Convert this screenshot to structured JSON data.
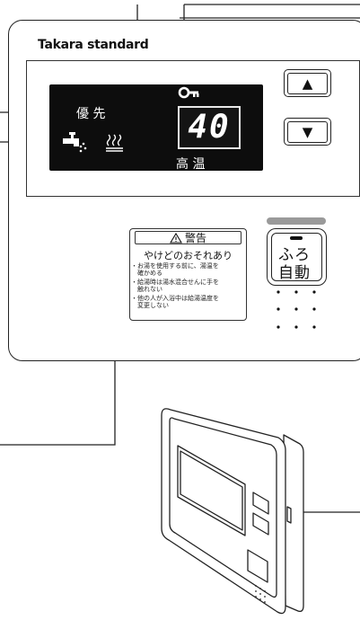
{
  "brand": "Takara standard",
  "lcd": {
    "priority_label": "優 先",
    "temperature": "40",
    "high_temp_label": "高 温"
  },
  "buttons": {
    "up_symbol": "▲",
    "down_symbol": "▼",
    "bath_auto_line1": "ふろ",
    "bath_auto_line2": "自動"
  },
  "warning": {
    "header": "警告",
    "title": "やけどのおそれあり",
    "lines": [
      "・お湯を使用する前に、湯温を",
      "　確かめる",
      "・給湯時は湯水混合せんに手を",
      "　触れない",
      "・他の人が入浴中は給湯温度を",
      "　変更しない"
    ]
  },
  "icons": [
    "key-icon",
    "faucet-icon",
    "hot-water-icon",
    "warning-triangle-icon"
  ],
  "colors": {
    "lcd_background": "#0d0d0d",
    "indicator_bar": "#9a9a9a",
    "line": "#222222"
  }
}
